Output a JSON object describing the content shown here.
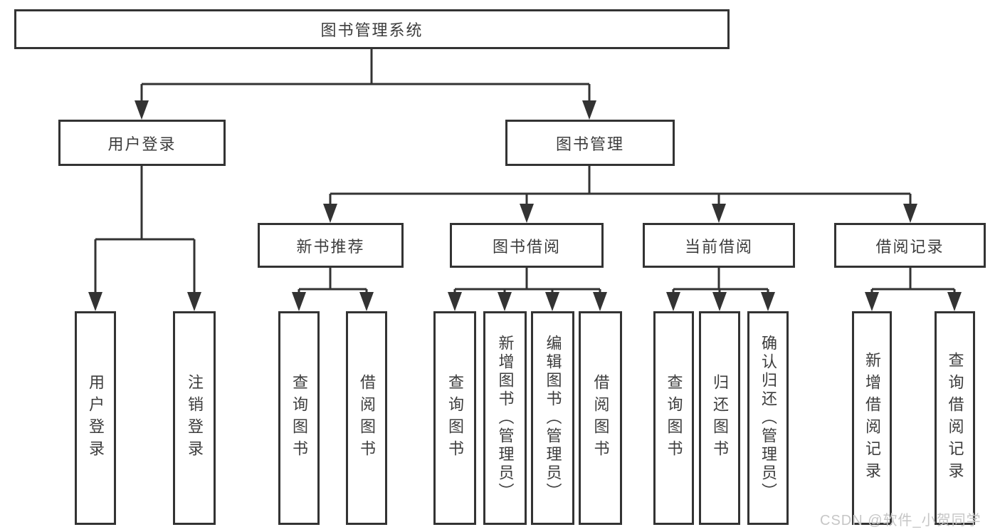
{
  "diagram": {
    "watermark": "CSDN @软件_小贺同学",
    "colors": {
      "line": "#333333",
      "text": "#3d3d3d",
      "watermark": "#c6c6c6",
      "background": "#ffffff"
    },
    "tree": {
      "root": {
        "label": "图书管理系统"
      },
      "level1": [
        {
          "label": "用户登录",
          "children": [
            {
              "label": "用户登录"
            },
            {
              "label": "注销登录"
            }
          ]
        },
        {
          "label": "图书管理",
          "children": [
            {
              "label": "新书推荐",
              "children": [
                {
                  "label": "查询图书"
                },
                {
                  "label": "借阅图书"
                }
              ]
            },
            {
              "label": "图书借阅",
              "children": [
                {
                  "label": "查询图书"
                },
                {
                  "label": "新增图书（管理员）"
                },
                {
                  "label": "编辑图书（管理员）"
                },
                {
                  "label": "借阅图书"
                }
              ]
            },
            {
              "label": "当前借阅",
              "children": [
                {
                  "label": "查询图书"
                },
                {
                  "label": "归还图书"
                },
                {
                  "label": "确认归还（管理员）"
                }
              ]
            },
            {
              "label": "借阅记录",
              "children": [
                {
                  "label": "新增借阅记录"
                },
                {
                  "label": "查询借阅记录"
                }
              ]
            }
          ]
        }
      ]
    }
  }
}
